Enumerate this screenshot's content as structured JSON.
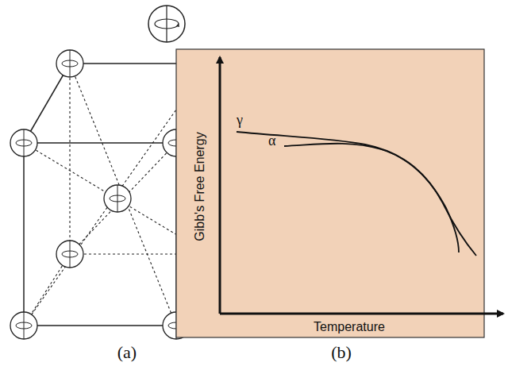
{
  "diagram": {
    "labels": [
      "γ",
      "α",
      "Gibb's Free Energy",
      "Temperature",
      "(a)",
      "(b)"
    ]
  }
}
